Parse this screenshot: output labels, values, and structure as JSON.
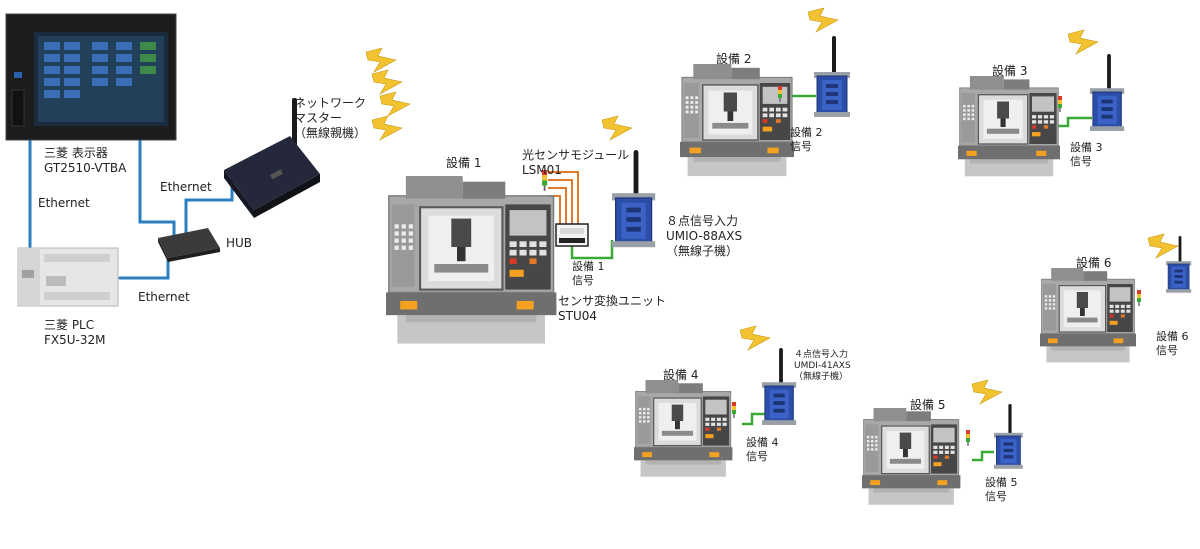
{
  "colors": {
    "ethernet": "#2a7fc0",
    "signal": "#3aaa35",
    "lightning": "#f2c230",
    "machine_body": "#a7a7a7",
    "wireless_unit": "#2c4ea8"
  },
  "hmi": {
    "name": "三菱 表示器",
    "model": "GT2510-VTBA"
  },
  "plc": {
    "name": "三菱 PLC",
    "model": "FX5U-32M"
  },
  "hub": {
    "label": "HUB"
  },
  "ethernet_labels": [
    "Ethernet",
    "Ethernet",
    "Ethernet"
  ],
  "master": {
    "line1": "ネットワーク",
    "line2": "マスター",
    "line3": "（無線親機）"
  },
  "sensor_module": {
    "name": "光センサモジュール",
    "model": "LSM01"
  },
  "sensor_converter": {
    "name": "センサ変換ユニット",
    "model": "STU04"
  },
  "umio": {
    "name": "８点信号入力",
    "model": "UMIO-88AXS",
    "note": "（無線子機）"
  },
  "umdi": {
    "name": "４点信号入力",
    "model": "UMDI-41AXS",
    "note": "（無線子機）"
  },
  "signal_word": "信号",
  "machines": [
    {
      "title": "設備 1",
      "signal": "設備 1"
    },
    {
      "title": "設備 2",
      "signal": "設備 2"
    },
    {
      "title": "設備 3",
      "signal": "設備 3"
    },
    {
      "title": "設備 4",
      "signal": "設備 4"
    },
    {
      "title": "設備 5",
      "signal": "設備 5"
    },
    {
      "title": "設備 6",
      "signal": "設備 6"
    }
  ]
}
